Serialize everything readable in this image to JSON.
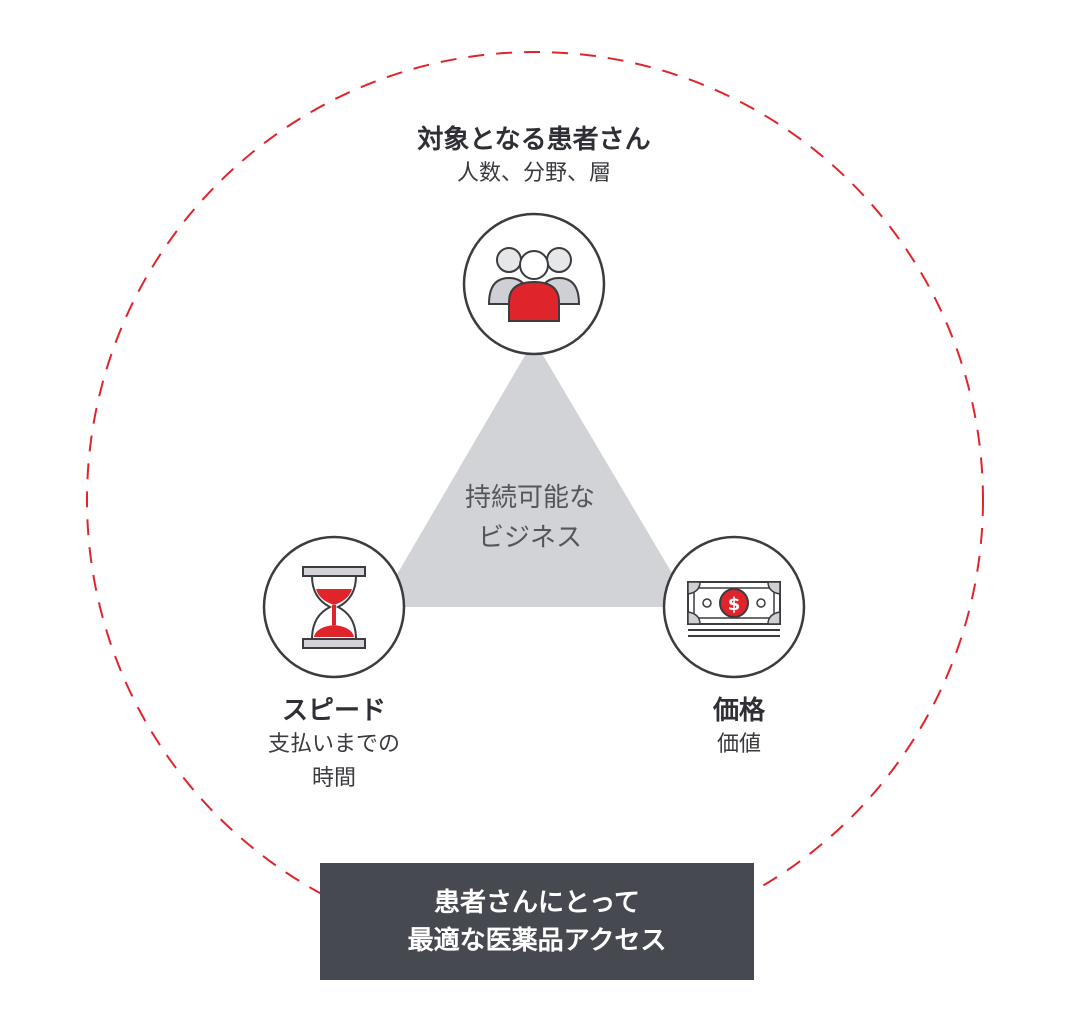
{
  "top": {
    "title": "対象となる患者さん",
    "subtitle": "人数、分野、層",
    "icon": "patients-group-icon"
  },
  "left": {
    "title": "スピード",
    "subtitle_line1": "支払いまでの",
    "subtitle_line2": "時間",
    "icon": "hourglass-icon"
  },
  "right": {
    "title": "価格",
    "subtitle": "価値",
    "icon": "money-bill-icon"
  },
  "center": {
    "line1": "持続可能な",
    "line2": "ビジネス"
  },
  "banner": {
    "line1": "患者さんにとって",
    "line2": "最適な医薬品アクセス"
  },
  "colors": {
    "accent": "#e0242b",
    "dark": "#474950",
    "triangle": "#d2d3d6",
    "stroke": "#3b3b40"
  }
}
